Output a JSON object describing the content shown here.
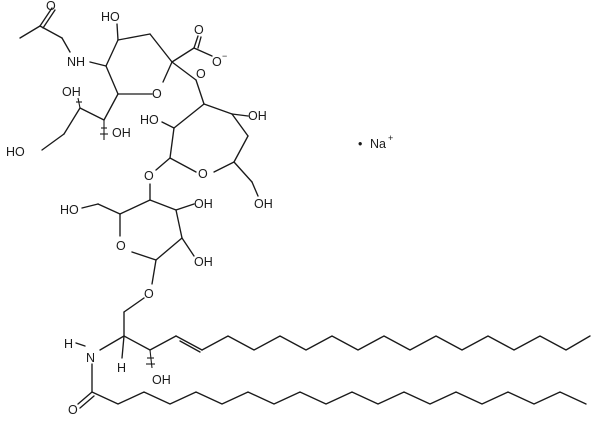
{
  "diagram": {
    "type": "chemical-structure",
    "counterion": {
      "dot": "•",
      "label": "Na",
      "charge": "+"
    },
    "labels": {
      "acetamide_nh": "NH",
      "sialic_c4_oh": "HO",
      "carboxylate_c": "O",
      "carboxylate_o": "O",
      "carboxylate_charge": "−",
      "sialic_ring_o": "O",
      "glyc_oh_left": "OH",
      "glyc_oh_mid": "OH",
      "glyc_oh_terminal": "HO",
      "glycosidic_o1": "O",
      "gal_c2_oh": "HO",
      "gal_c4_oh": "OH",
      "gal_ring_o": "O",
      "gal_c6_oh": "OH",
      "glycosidic_o2": "O",
      "glc_c6_oh": "HO",
      "glc_c3_oh": "OH",
      "glc_c2_oh": "OH",
      "glc_ring_o": "O",
      "glycosidic_o3": "O",
      "amide_h": "H",
      "amide_n": "N",
      "c2_h": "H",
      "c3_oh": "OH",
      "amide_o": "O"
    }
  }
}
